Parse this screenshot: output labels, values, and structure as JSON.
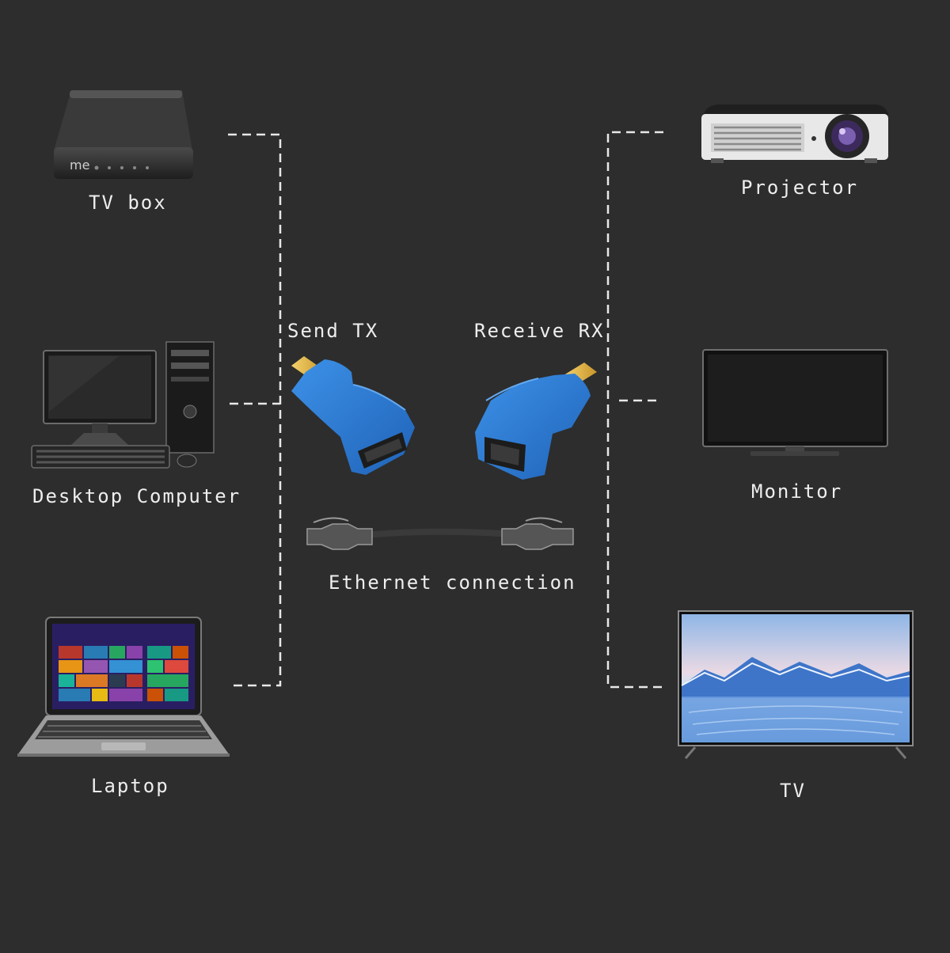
{
  "diagram": {
    "colors": {
      "background": "#2d2d2d",
      "connector": "#e8e8e8",
      "extender_blue": "#2f7fd6",
      "text": "#eeeeee"
    },
    "sources": [
      {
        "id": "tv-box",
        "label": "TV box",
        "icon": "tv-box-icon"
      },
      {
        "id": "desktop-computer",
        "label": "Desktop Computer",
        "icon": "desktop-computer-icon"
      },
      {
        "id": "laptop",
        "label": "Laptop",
        "icon": "laptop-icon"
      }
    ],
    "transmitter": {
      "label": "Send TX",
      "icon": "hdmi-transmitter-icon"
    },
    "receiver": {
      "label": "Receive RX",
      "icon": "hdmi-receiver-icon"
    },
    "cable": {
      "label": "Ethernet connection",
      "icon": "ethernet-cable-icon"
    },
    "displays": [
      {
        "id": "projector",
        "label": "Projector",
        "icon": "projector-icon"
      },
      {
        "id": "monitor",
        "label": "Monitor",
        "icon": "monitor-icon"
      },
      {
        "id": "tv",
        "label": "TV",
        "icon": "tv-icon"
      }
    ]
  }
}
